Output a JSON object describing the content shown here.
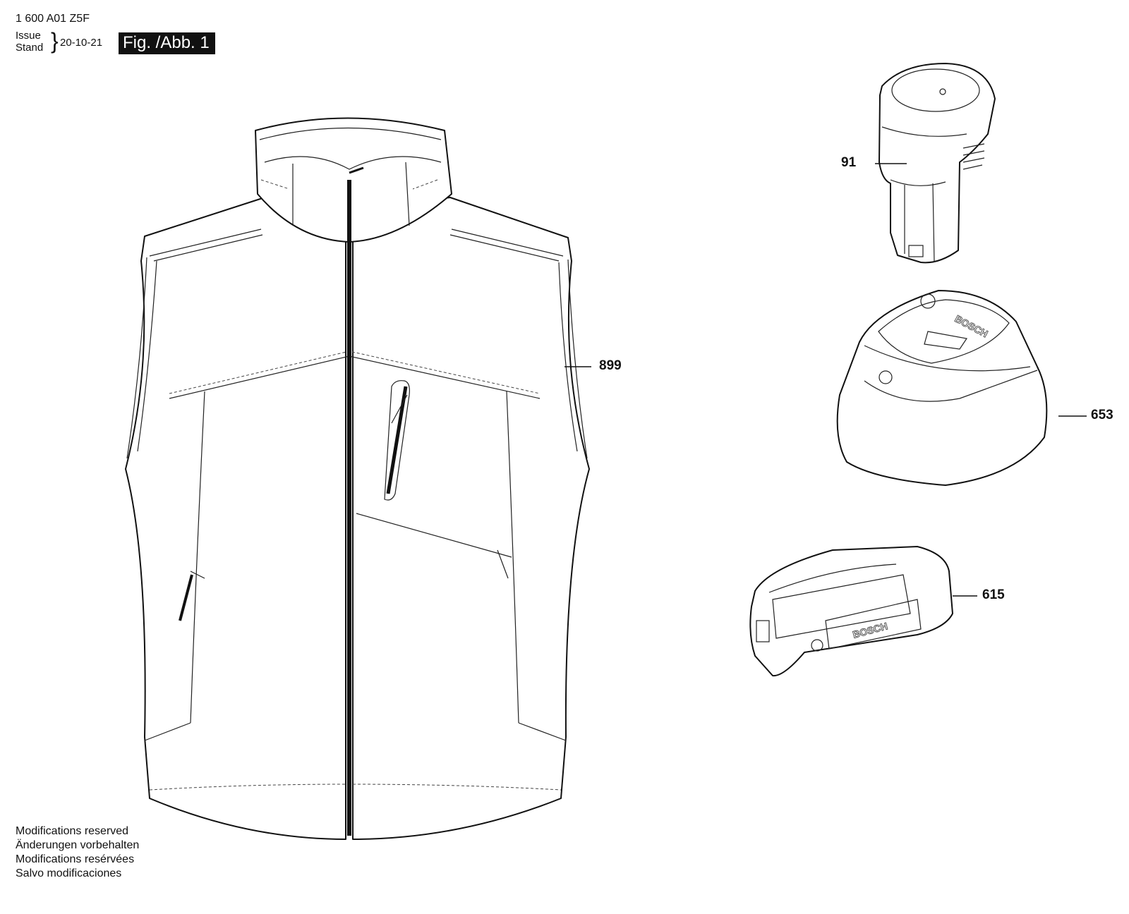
{
  "header": {
    "part_code": "1 600 A01 Z5F",
    "issue_label": "Issue",
    "stand_label": "Stand",
    "date": "20-10-21",
    "figure_label": "Fig. /Abb. 1"
  },
  "parts": [
    {
      "number": "899",
      "name": "vest"
    },
    {
      "number": "91",
      "name": "battery"
    },
    {
      "number": "653",
      "name": "charger"
    },
    {
      "number": "615",
      "name": "adapter"
    }
  ],
  "brand_marks": [
    "BOSCH",
    "BOSCH"
  ],
  "footer_notes": [
    "Modifications reserved",
    "Änderungen vorbehalten",
    "Modifications resérvées",
    "Salvo modificaciones"
  ]
}
